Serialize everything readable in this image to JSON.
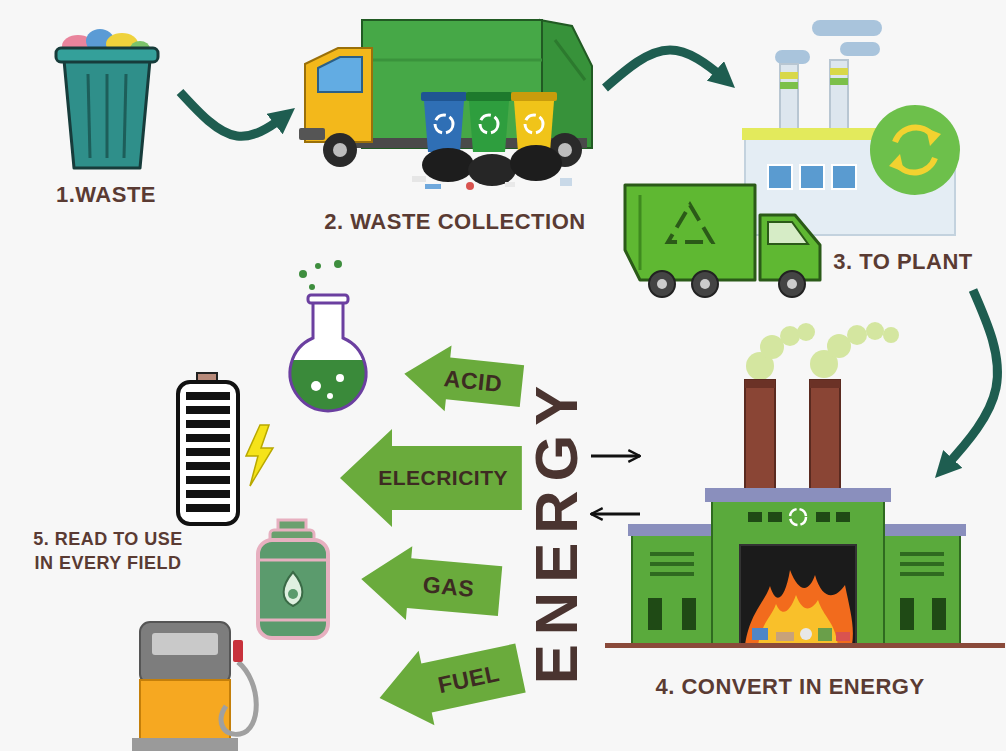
{
  "diagram": {
    "nodes": [
      {
        "text": [
          "1.WASTE"
        ]
      },
      {
        "text": [
          "2. WASTE COLLECTION"
        ]
      },
      {
        "text": [
          "3. TO PLANT"
        ]
      },
      {
        "text": [
          "4. CONVERT IN ENERGY"
        ]
      },
      {
        "text": [
          "ENERGY"
        ]
      },
      {
        "text": [
          "ACID"
        ]
      },
      {
        "text": [
          "ELECRICITY"
        ]
      },
      {
        "text": [
          "GAS"
        ]
      },
      {
        "text": [
          "FUEL"
        ]
      }
    ],
    "edges": [
      {
        "from": 0,
        "to": 1,
        "arrow": "to"
      },
      {
        "from": 1,
        "to": 2,
        "arrow": "to"
      },
      {
        "from": 2,
        "to": 3,
        "arrow": "to"
      },
      {
        "from": 4,
        "to": 3,
        "arrow": "to"
      },
      {
        "from": 3,
        "to": 4,
        "arrow": "to"
      }
    ],
    "labels": [
      "5. READ TO USE IN EVERY FIELD"
    ]
  }
}
